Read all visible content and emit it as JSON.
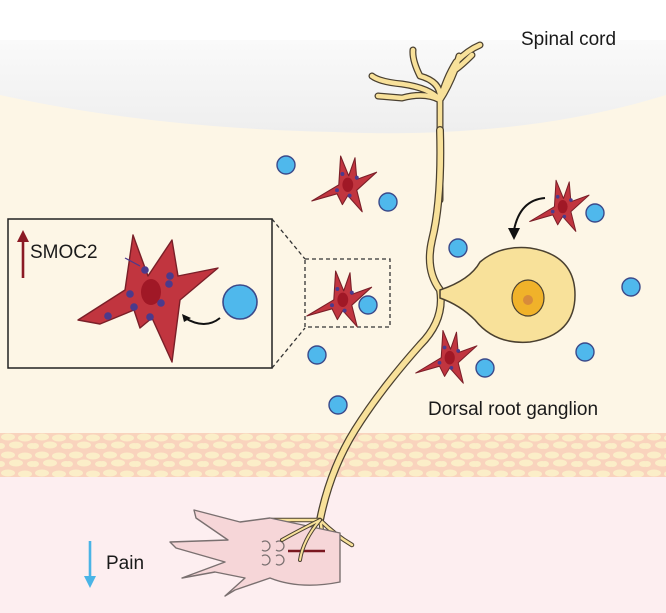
{
  "diagram": {
    "labels": {
      "spinal_cord": "Spinal cord",
      "dorsal_root_ganglion": "Dorsal root ganglion",
      "smoc2": "SMOC2",
      "pain": "Pain"
    },
    "indicators": {
      "smoc2_direction": "up",
      "pain_direction": "down"
    },
    "colors": {
      "spinal_cord_region": "#f2f2f2",
      "drg_region": "#fdf6e6",
      "tissue_band": "#f9d3bd",
      "tissue_cells": "#fbeec8",
      "skin_region": "#fdeef0",
      "neuron_fill": "#f8e19a",
      "neuron_outline": "#4a4030",
      "nucleus_fill": "#f0b22a",
      "nucleolus_fill": "#d88b3a",
      "macrophage_fill": "#c1353f",
      "macrophage_nucleus": "#a01826",
      "smoc2_dots": "#4b3a8c",
      "immune_cell_fill": "#4fb8ec",
      "immune_cell_outline": "#3b4a8a",
      "smoc2_arrow": "#8b1a24",
      "pain_arrow": "#4ab4e6",
      "paw_fill": "#f6d6d8"
    }
  }
}
